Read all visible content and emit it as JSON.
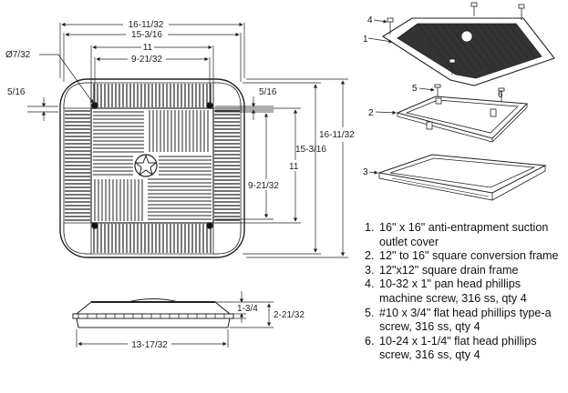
{
  "dimensions": {
    "top_outer_width": "16-11/32",
    "top_frame_width": "15-3/16",
    "top_inner_width": "11",
    "top_grate_width": "9-21/32",
    "hole_diameter": "Ø7/32",
    "left_offset": "5/16",
    "right_offset": "5/16",
    "right_outer_height": "16-11/32",
    "right_frame_height": "15-3/16",
    "right_inner_height": "11",
    "right_grate_height": "9-21/32",
    "side_height_small": "1-3/4",
    "side_height_total": "2-21/32",
    "bottom_width": "13-17/32"
  },
  "callouts": [
    "1",
    "2",
    "3",
    "4",
    "5",
    "6"
  ],
  "parts": [
    {
      "num": "1.",
      "text": "16\" x 16\" anti-entrapment suction outlet cover"
    },
    {
      "num": "2.",
      "text": "12\" to 16\"  square conversion frame"
    },
    {
      "num": "3.",
      "text": "12\"x12\" square drain frame"
    },
    {
      "num": "4.",
      "text": "10-32 x 1\" pan head phillips machine screw, 316 ss, qty 4"
    },
    {
      "num": "5.",
      "text": "#10 x 3/4\" flat head phillips type-a screw, 316 ss, qty 4"
    },
    {
      "num": "6.",
      "text": "10-24 x 1-1/4\" flat head phillips screw, 316 ss, qty 4"
    }
  ]
}
